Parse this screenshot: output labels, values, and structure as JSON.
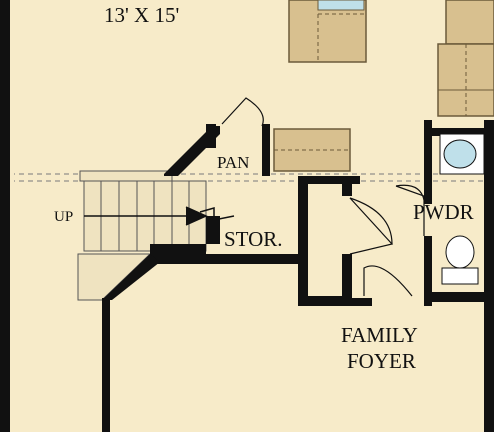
{
  "rooms": {
    "top_room_dims": "13' X 15'",
    "pantry": "PAN",
    "storage": "STOR.",
    "powder": "PWDR",
    "foyer_line1": "FAMILY",
    "foyer_line2": "FOYER"
  },
  "stairs": {
    "direction": "UP"
  },
  "colors": {
    "floor": "#f7ebc9",
    "wall": "#111111",
    "cabinet": "#d8c08f",
    "stair_tread": "#efe3c0",
    "fixture_blue": "#bfe0ea"
  }
}
